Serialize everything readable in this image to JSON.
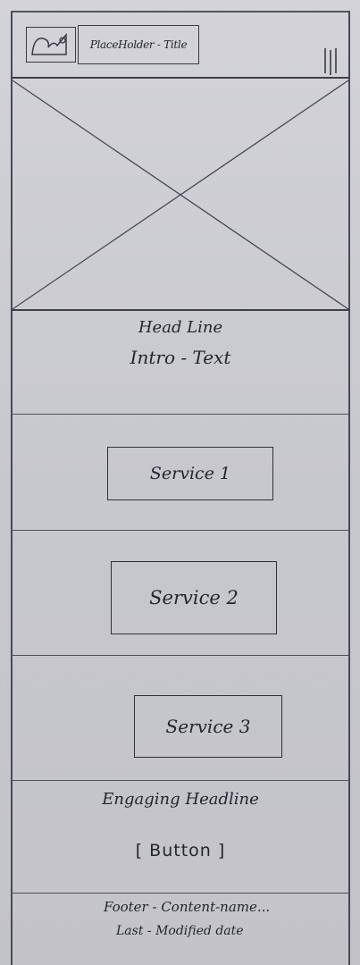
{
  "header": {
    "logo_icon": "image-placeholder-icon",
    "title": "PlaceHolder - Title",
    "menu_icon": "hamburger-menu-icon"
  },
  "hero": {
    "image_icon": "image-placeholder-x"
  },
  "intro": {
    "headline": "Head Line",
    "text": "Intro - Text"
  },
  "services": [
    {
      "label": "Service 1"
    },
    {
      "label": "Service 2"
    },
    {
      "label": "Service 3"
    }
  ],
  "engage": {
    "headline": "Engaging Headline",
    "button_label": "[ Button ]"
  },
  "footer": {
    "line1": "Footer - Content-name...",
    "line2": "Last - Modified date"
  },
  "colors": {
    "paper": "#c9c9cf",
    "ink": "#2a2a33"
  }
}
